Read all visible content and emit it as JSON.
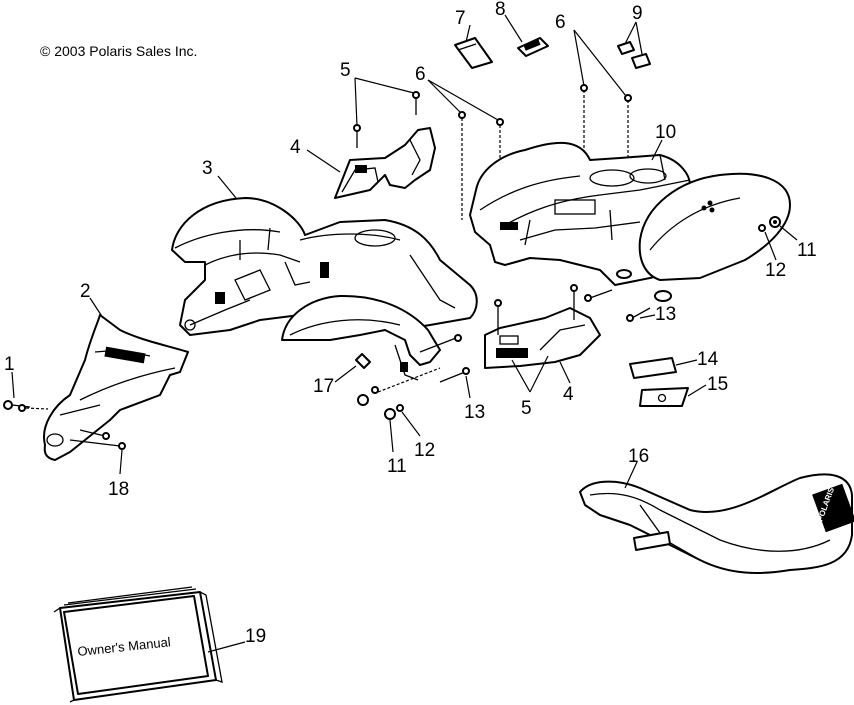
{
  "copyright": "© 2003 Polaris Sales Inc.",
  "manual_label": "Owner's Manual",
  "seat_logo": "POLARIS",
  "callouts": {
    "c1": "1",
    "c2": "2",
    "c3": "3",
    "c4a": "4",
    "c4b": "4",
    "c5a": "5",
    "c5b": "5",
    "c6a": "6",
    "c6b": "6",
    "c7": "7",
    "c8": "8",
    "c9": "9",
    "c10": "10",
    "c11a": "11",
    "c11b": "11",
    "c12a": "12",
    "c12b": "12",
    "c13a": "13",
    "c13b": "13",
    "c14": "14",
    "c15": "15",
    "c16": "16",
    "c17": "17",
    "c18": "18",
    "c19": "19"
  }
}
